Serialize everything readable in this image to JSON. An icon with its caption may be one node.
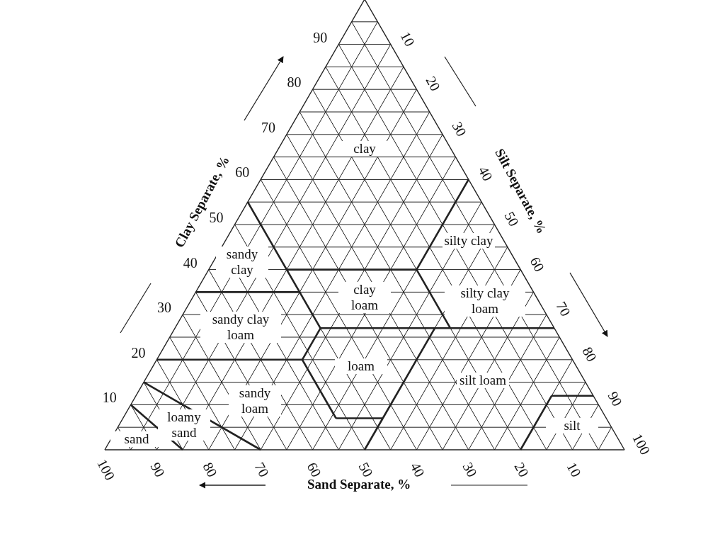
{
  "diagram": {
    "labels": [
      "Clay Separate, %",
      "90",
      "80",
      "70",
      "60",
      "50",
      "40",
      "30",
      "20",
      "10",
      "Silt Separate, %",
      "10",
      "20",
      "30",
      "40",
      "50",
      "60",
      "70",
      "80",
      "90",
      "100",
      "clay",
      "silty clay",
      "sandy clay",
      "clay loam",
      "silty clay loam",
      "sandy clay loam",
      "loam",
      "silt loam",
      "sandy loam",
      "loamy sand",
      "silt",
      "sand",
      "Sand Separate, %",
      "100",
      "90",
      "80",
      "70",
      "60",
      "50",
      "40",
      "30",
      "20",
      "10"
    ]
  }
}
